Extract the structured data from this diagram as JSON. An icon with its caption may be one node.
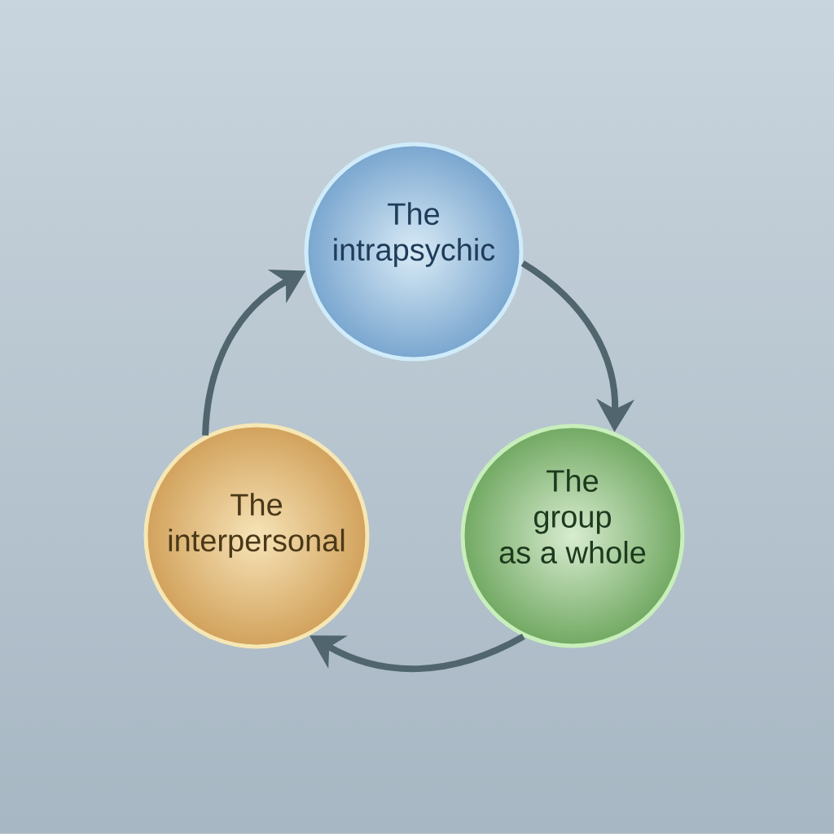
{
  "diagram": {
    "nodes": [
      {
        "text": [
          "The intrapsychic"
        ]
      },
      {
        "text": [
          "The group as a whole"
        ]
      },
      {
        "text": [
          "The interpersonal"
        ]
      }
    ],
    "edges": [
      {
        "from": 0,
        "to": 1,
        "arrow": "to"
      },
      {
        "from": 1,
        "to": 2,
        "arrow": "to"
      },
      {
        "from": 2,
        "to": 0,
        "arrow": "to"
      }
    ]
  }
}
